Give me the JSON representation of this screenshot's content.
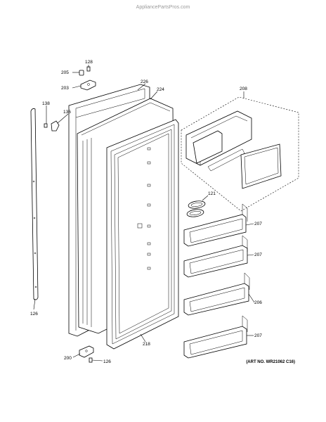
{
  "watermark": "AppliancePartsPros.com",
  "art_number": "(ART NO. WR21062 C16)",
  "callouts": {
    "c128_top": "128",
    "c205": "205",
    "c203": "203",
    "c226": "226",
    "c224": "224",
    "c208": "208",
    "c138": "138",
    "c136": "136",
    "c121": "121",
    "c207_a": "207",
    "c207_b": "207",
    "c206": "206",
    "c207_c": "207",
    "c126_left": "126",
    "c218": "218",
    "c200": "200",
    "c126_bottom": "126"
  }
}
